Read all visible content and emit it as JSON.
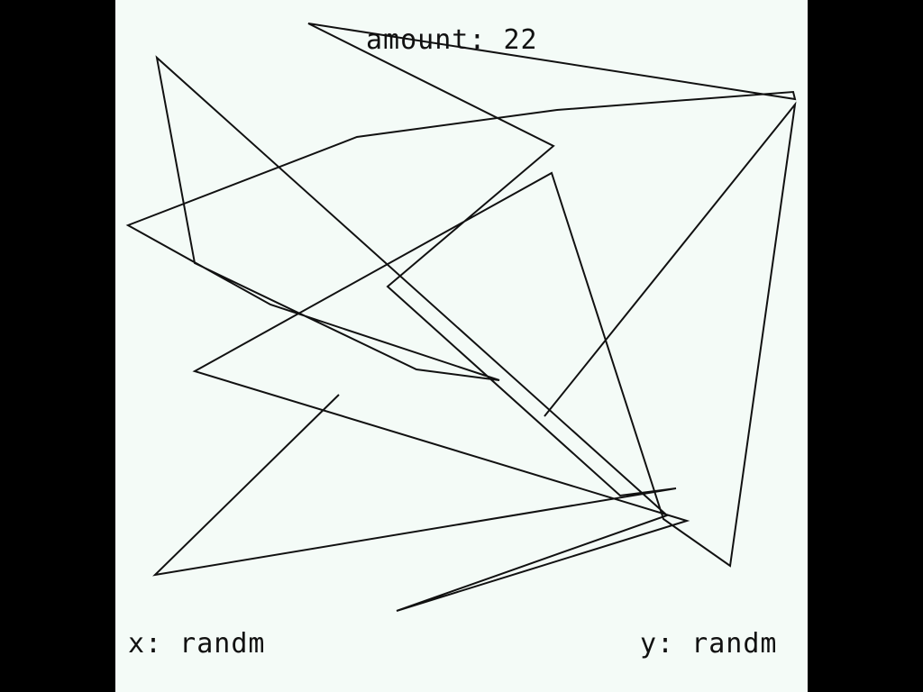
{
  "screen": {
    "background": "#000000",
    "canvas_background": "#f4fbf7",
    "line_color": "#111111"
  },
  "hud": {
    "amount_text": "amount: 22",
    "x_text": "x: randm",
    "y_text": "y: randm"
  }
}
